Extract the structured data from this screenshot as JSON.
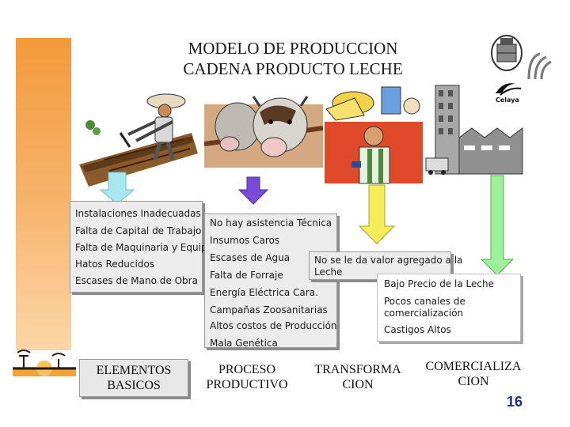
{
  "title": {
    "line1": "MODELO DE PRODUCCION",
    "line2": "CADENA PRODUCTO LECHE"
  },
  "logo_text": "Celaya",
  "colors": {
    "arrow_cyan": "#a8e6f0",
    "arrow_purple": "#7a4ad8",
    "arrow_yellow": "#f5ec5a",
    "arrow_green": "#9ff09a",
    "sidebar": "#f39a3a",
    "page_number": "#1a2a8a"
  },
  "box_basic": [
    "Instalaciones Inadecuadas",
    "Falta de Capital de Trabajo",
    "Falta de Maquinaria y Equipo",
    "Hatos Reducidos",
    "Escases de Mano de Obra"
  ],
  "box_process": [
    "No hay asistencia Técnica",
    "Insumos Caros",
    "Escases de Agua",
    "Falta de Forraje",
    "Energía Eléctrica Cara.",
    "Campañas Zoosanitarias",
    "Altos costos de Producción",
    "Mala Genética"
  ],
  "box_transform": [
    "No se le da valor agregado a la",
    "Leche"
  ],
  "box_market": [
    "Bajo Precio de la Leche",
    "Pocos canales de",
    "comercialización",
    "Castigos Altos"
  ],
  "stages": [
    {
      "line1": "ELEMENTOS",
      "line2": "BASICOS"
    },
    {
      "line1": "PROCESO",
      "line2": "PRODUCTIVO"
    },
    {
      "line1": "TRANSFORMA",
      "line2": "CION"
    },
    {
      "line1": "COMERCIALIZA",
      "line2": "CION"
    }
  ],
  "page_number": "16"
}
